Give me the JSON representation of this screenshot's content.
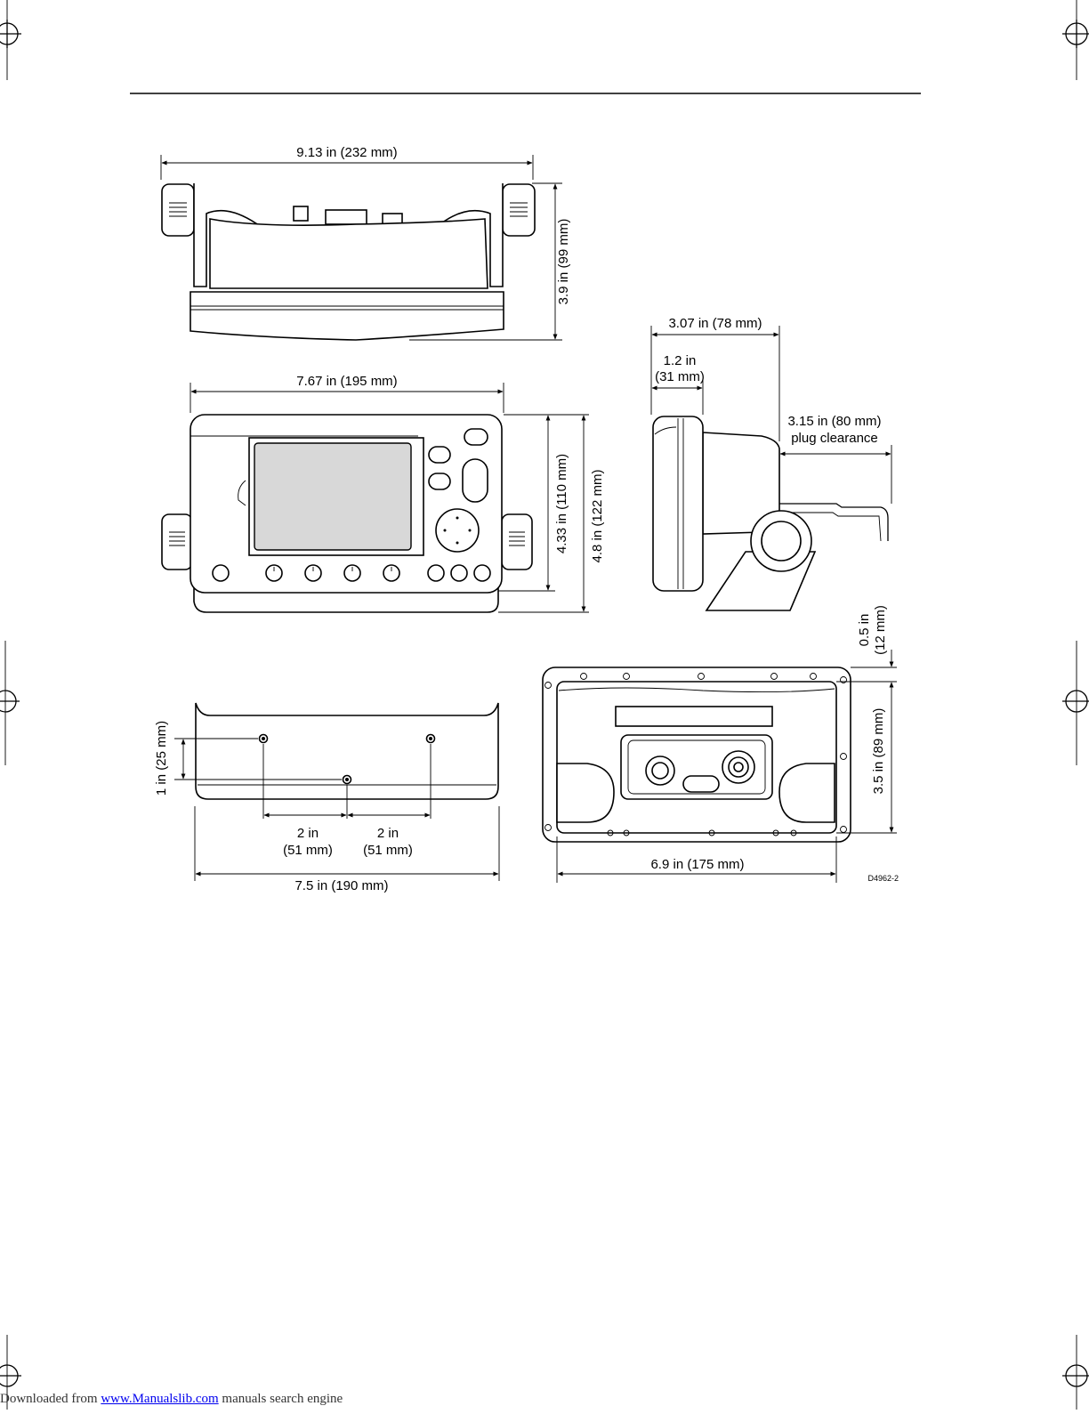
{
  "dimensions": {
    "top_width": "9.13 in (232 mm)",
    "top_height": "3.9 in (99 mm)",
    "front_width": "7.67 in (195 mm)",
    "front_height_a": "4.33 in (110 mm)",
    "front_height_b": "4.8 in (122 mm)",
    "side_depth": "3.07 in (78 mm)",
    "side_front_l1": "1.2 in",
    "side_front_l2": "(31 mm)",
    "plug_l1": "3.15 in (80 mm)",
    "plug_l2": "plug clearance",
    "bracket_vert": "1 in (25 mm)",
    "bracket_gap1_l1": "2 in",
    "bracket_gap1_l2": "(51 mm)",
    "bracket_gap2_l1": "2 in",
    "bracket_gap2_l2": "(51 mm)",
    "bracket_width": "7.5 in (190 mm)",
    "flush_top_l1": "0.5 in",
    "flush_top_l2": "(12 mm)",
    "flush_height": "3.5 in (89 mm)",
    "flush_width": "6.9 in (175 mm)",
    "drawing_id": "D4962-2"
  },
  "footer": {
    "prefix": "Downloaded from ",
    "link": "www.Manualslib.com",
    "suffix": "  manuals search engine"
  }
}
